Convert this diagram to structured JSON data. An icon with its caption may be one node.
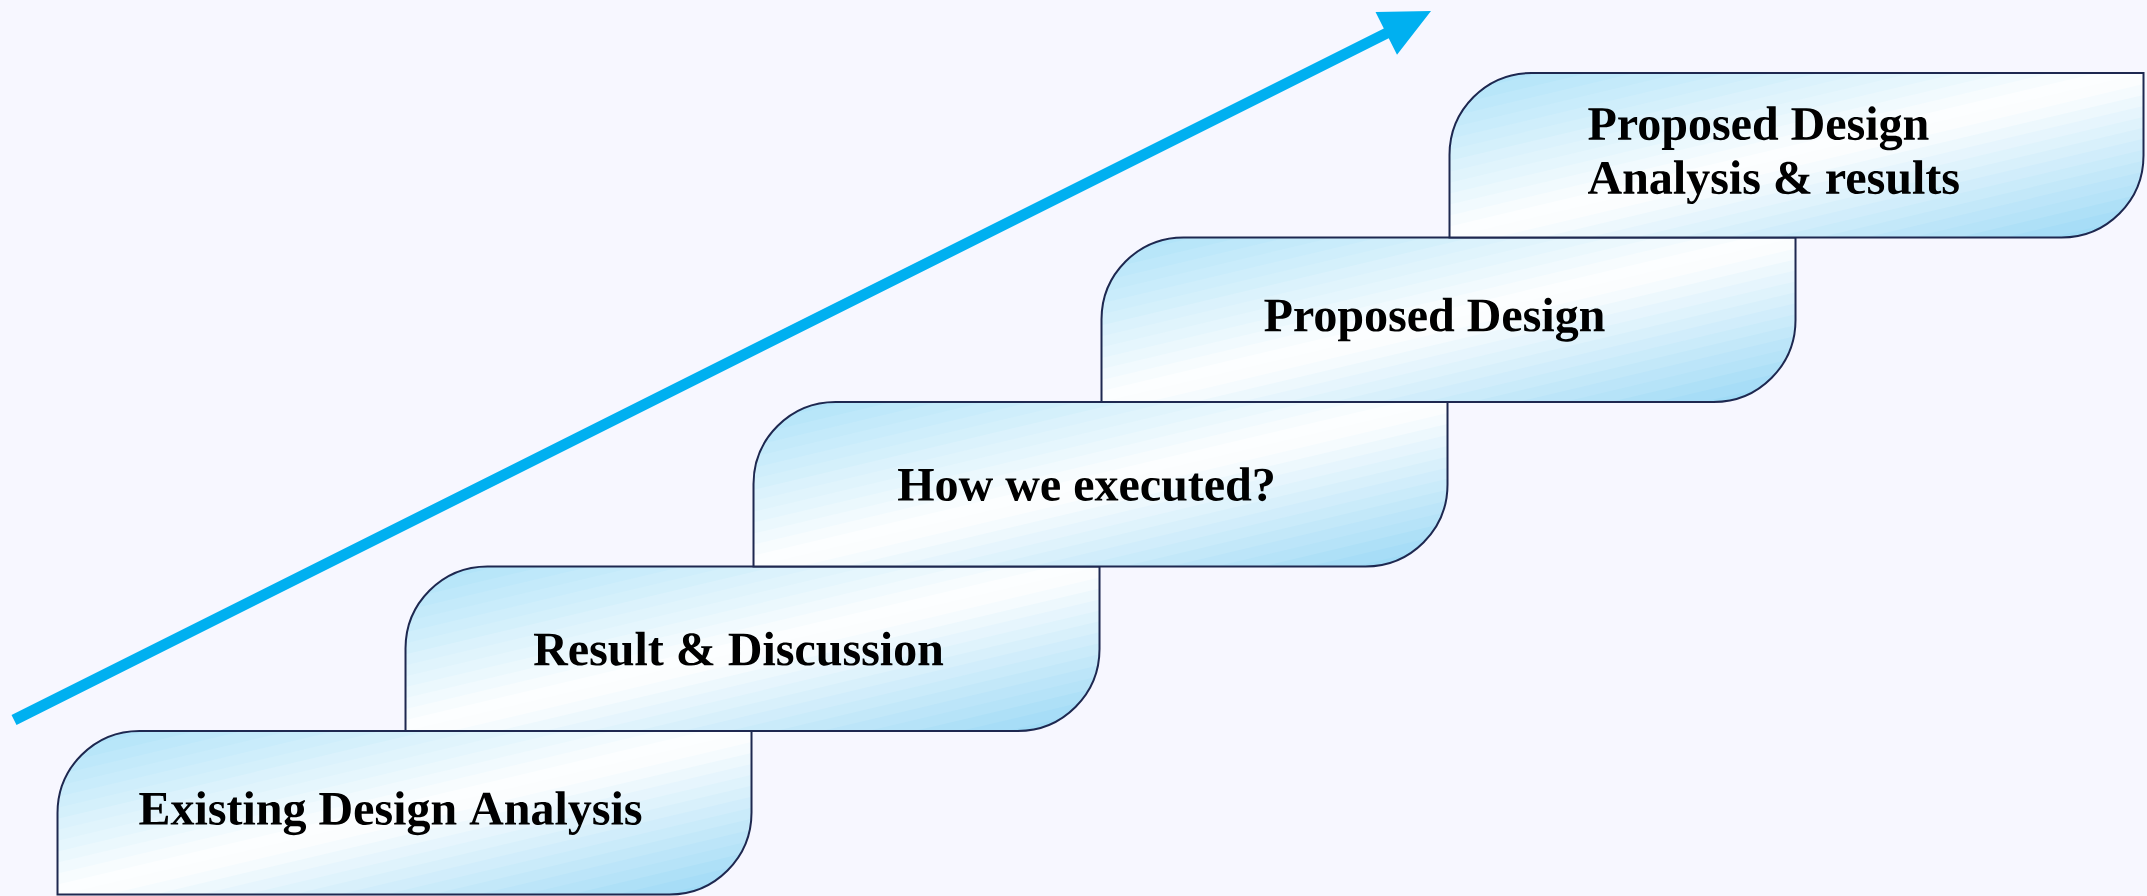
{
  "diagram": {
    "nodes": [
      {
        "text": [
          "Existing Design Analysis"
        ]
      },
      {
        "text": [
          "Result & Discussion"
        ]
      },
      {
        "text": [
          "How we executed?"
        ]
      },
      {
        "text": [
          "Proposed Design"
        ]
      },
      {
        "text": [
          "Proposed Design Analysis & results"
        ]
      }
    ]
  }
}
